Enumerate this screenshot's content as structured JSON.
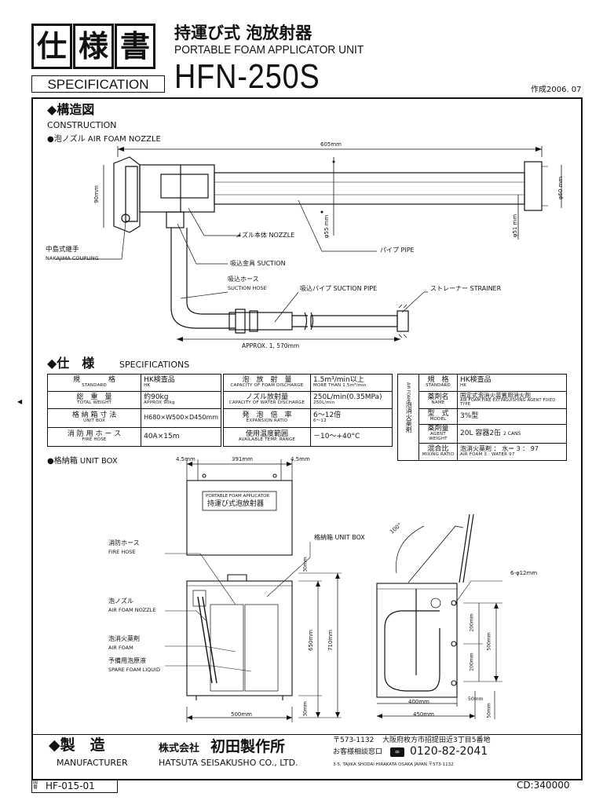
{
  "header": {
    "kanji_1": "仕",
    "kanji_2": "様",
    "kanji_3": "書",
    "spec_label": "SPECIFICATION",
    "title_jp": "持運び式 泡放射器",
    "title_en": "PORTABLE FOAM APPLICATOR UNIT",
    "model": "HFN-250S",
    "created": "作成2006. 07"
  },
  "construction": {
    "heading_jp": "◆構造図",
    "heading_en": "CONSTRUCTION",
    "nozzle_label": "●泡ノズル AIR FOAM NOZZLE",
    "dim_605": "605mm",
    "dim_90": "90mm",
    "dim_phi60": "φ60 mm",
    "dim_phi55": "φ55 mm",
    "dim_phi51": "φ51 mm",
    "approx": "APPROX. 1, 570mm",
    "coupling_jp": "中島式継手",
    "coupling_en": "NAKAJIMA COUPLING",
    "nozzle_body": "ノズル本体 NOZZLE",
    "pipe": "パイプ PIPE",
    "suction_fitting": "吸込金具 SUCTION",
    "suction_hose_jp": "吸込ホース",
    "suction_hose_en": "SUCTION HOSE",
    "suction_pipe": "吸込パイプ SUCTION PIPE",
    "strainer": "ストレーナー STRAINER"
  },
  "specifications": {
    "heading_jp": "◆仕　様",
    "heading_en": "SPECIFICATIONS",
    "left_rows": [
      {
        "jp": "規　　　　格",
        "en": "STANDARD",
        "value": "HK検査品",
        "value_en": "HK"
      },
      {
        "jp": "総　重　量",
        "en": "TOTAL WEIGHT",
        "value": "約90kg",
        "value_en": "APPROX 90kg"
      },
      {
        "jp": "格 納 箱 寸 法",
        "en": "UNIT BOX",
        "value": "H680×W500×D450mm",
        "value_en": ""
      },
      {
        "jp": "消 防 用 ホ ー ス",
        "en": "FIRE HOSE",
        "value": "40A×15m",
        "value_en": ""
      }
    ],
    "mid_rows": [
      {
        "jp": "泡　放　射　量",
        "en": "CAPACITY OF FOAM DISCHARGE",
        "value": "1.5m³/min以上",
        "value_en": "MORE THAN 1.5m³/min"
      },
      {
        "jp": "ノズル放射量",
        "en": "CAPACITY OF WATER DISCHARGE",
        "value": "250L/min(0.35MPa)",
        "value_en": "250L/min"
      },
      {
        "jp": "発　泡　倍　率",
        "en": "EXPANSION RATIO",
        "value": "6～12倍",
        "value_en": "6～12"
      },
      {
        "jp": "使用温度範囲",
        "en": "AVAILABLE TEMP. RANGE",
        "value": "－10～+40°C",
        "value_en": ""
      }
    ],
    "agent_side_jp": "泡消火薬剤",
    "agent_side_en": "AIR FOAM",
    "right_rows": [
      {
        "jp": "規　格",
        "en": "STANDARD",
        "value": "HK検査品",
        "value_en": "HK"
      },
      {
        "jp": "薬剤名",
        "en": "NAME",
        "value": "国定式泡消火装置用消火剤",
        "value_en": "AIR FOAM FIRE EXTINGUISHING AGENT FIXED TYPE"
      },
      {
        "jp": "型　式",
        "en": "MODEL",
        "value": "3%型",
        "value_en": ""
      },
      {
        "jp": "薬剤量",
        "en": "AGENT WEIGHT",
        "value": "20L 容器2缶",
        "value_en": "2 CANS"
      },
      {
        "jp": "混合比",
        "en": "MIXING RATIO",
        "value": "泡消火薬剤 ： 水＝ 3 ： 97",
        "value_en": "AIR FOAM 3 : WATER 97"
      }
    ]
  },
  "unit_box": {
    "heading": "●格納箱 UNIT BOX",
    "dim_4_5a": "4.5mm",
    "dim_391": "391mm",
    "dim_4_5b": "4.5mm",
    "plate_en": "PORTABLE FOAM APPLICATOR",
    "plate_jp": "持運び式泡放射器",
    "fire_hose_jp": "消防ホース",
    "fire_hose_en": "FIRE HOSE",
    "nozzle_jp": "泡ノズル",
    "nozzle_en": "AIR FOAM NOZZLE",
    "agent_jp": "泡消火薬剤",
    "agent_en": "AIR FOAM",
    "spare_jp": "予備用泡原液",
    "spare_en": "SPARE FOAM LIQUID",
    "box_label": "格納箱 UNIT BOX",
    "dim_100": "100°",
    "dim_6phi12": "6-φ12mm",
    "dim_30a": "30mm",
    "dim_650": "650mm",
    "dim_710": "710mm",
    "dim_30b": "30mm",
    "dim_500": "500mm",
    "dim_200a": "200mm",
    "dim_200b": "200mm",
    "dim_500v": "500mm",
    "dim_400": "400mm",
    "dim_450": "450mm",
    "dim_50a": "50mm",
    "dim_50b": "50mm"
  },
  "footer": {
    "mfr_jp": "◆製　造",
    "mfr_en": "MANUFACTURER",
    "company_prefix": "株式会社",
    "company_jp": "初田製作所",
    "company_en": "HATSUTA SEISAKUSHO CO., LTD.",
    "postal": "〒573-1132",
    "address_jp": "大阪府枚方市招提田近3丁目5番地",
    "contact_label": "お客様相談窓口",
    "free_dial": "0120-82-2041",
    "address_en": "3-5, TAJIKA SHODAI HIRAKATA OSAKA JAPAN 〒573-1132",
    "drawing_mark": "図番",
    "drawing_no": "HF-015-01",
    "cd": "CD:340000"
  }
}
